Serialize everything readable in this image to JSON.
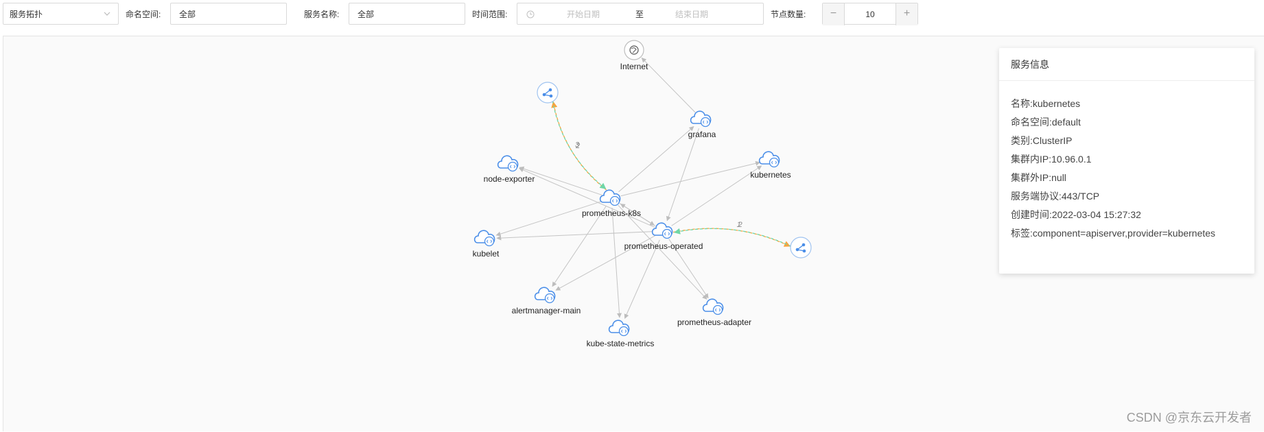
{
  "toolbar": {
    "view_select": "服务拓扑",
    "namespace_label": "命名空间:",
    "namespace_value": "全部",
    "service_label": "服务名称:",
    "service_value": "全部",
    "time_label": "时间范围:",
    "start_placeholder": "开始日期",
    "range_separator": "至",
    "end_placeholder": "结束日期",
    "node_count_label": "节点数量:",
    "node_count_value": "10",
    "decrement": "−",
    "increment": "+"
  },
  "topology": {
    "nodes": [
      {
        "id": "internet",
        "label": "Internet",
        "kind": "internet"
      },
      {
        "id": "gw1",
        "label": "",
        "kind": "gateway"
      },
      {
        "id": "grafana",
        "label": "grafana",
        "kind": "service"
      },
      {
        "id": "node-exporter",
        "label": "node-exporter",
        "kind": "service"
      },
      {
        "id": "kubernetes",
        "label": "kubernetes",
        "kind": "service"
      },
      {
        "id": "prometheus-k8s",
        "label": "prometheus-k8s",
        "kind": "service"
      },
      {
        "id": "prometheus-operated",
        "label": "prometheus-operated",
        "kind": "service"
      },
      {
        "id": "gw2",
        "label": "",
        "kind": "gateway"
      },
      {
        "id": "kubelet",
        "label": "kubelet",
        "kind": "service"
      },
      {
        "id": "alertmanager-main",
        "label": "alertmanager-main",
        "kind": "service"
      },
      {
        "id": "kube-state-metrics",
        "label": "kube-state-metrics",
        "kind": "service"
      },
      {
        "id": "prometheus-adapter",
        "label": "prometheus-adapter",
        "kind": "service"
      }
    ],
    "edges": [
      {
        "from": "grafana",
        "to": "internet",
        "style": "gray"
      },
      {
        "from": "prometheus-k8s",
        "to": "gw1",
        "style": "orange",
        "label": "2"
      },
      {
        "from": "gw1",
        "to": "prometheus-k8s",
        "style": "green",
        "label": "3"
      },
      {
        "from": "prometheus-k8s",
        "to": "grafana",
        "style": "gray"
      },
      {
        "from": "prometheus-k8s",
        "to": "node-exporter",
        "style": "gray"
      },
      {
        "from": "prometheus-k8s",
        "to": "kubernetes",
        "style": "gray"
      },
      {
        "from": "prometheus-k8s",
        "to": "kubelet",
        "style": "gray"
      },
      {
        "from": "prometheus-k8s",
        "to": "alertmanager-main",
        "style": "gray"
      },
      {
        "from": "prometheus-k8s",
        "to": "kube-state-metrics",
        "style": "gray"
      },
      {
        "from": "prometheus-k8s",
        "to": "prometheus-adapter",
        "style": "gray"
      },
      {
        "from": "prometheus-k8s",
        "to": "prometheus-operated",
        "style": "gray"
      },
      {
        "from": "prometheus-operated",
        "to": "prometheus-k8s",
        "style": "gray"
      },
      {
        "from": "grafana",
        "to": "prometheus-operated",
        "style": "gray"
      },
      {
        "from": "prometheus-operated",
        "to": "kubernetes",
        "style": "gray"
      },
      {
        "from": "prometheus-operated",
        "to": "kubelet",
        "style": "gray"
      },
      {
        "from": "prometheus-operated",
        "to": "node-exporter",
        "style": "gray"
      },
      {
        "from": "prometheus-operated",
        "to": "alertmanager-main",
        "style": "gray"
      },
      {
        "from": "prometheus-operated",
        "to": "kube-state-metrics",
        "style": "gray"
      },
      {
        "from": "prometheus-operated",
        "to": "prometheus-adapter",
        "style": "gray"
      },
      {
        "from": "prometheus-operated",
        "to": "gw2",
        "style": "orange",
        "label": "1"
      },
      {
        "from": "gw2",
        "to": "prometheus-operated",
        "style": "green",
        "label": "2"
      }
    ]
  },
  "panel": {
    "title": "服务信息",
    "rows": [
      {
        "key": "名称:",
        "value": "kubernetes"
      },
      {
        "key": "命名空间:",
        "value": "default"
      },
      {
        "key": "类别:",
        "value": "ClusterIP"
      },
      {
        "key": "集群内IP:",
        "value": "10.96.0.1"
      },
      {
        "key": "集群外IP:",
        "value": "null"
      },
      {
        "key": "服务端协议:",
        "value": "443/TCP"
      },
      {
        "key": "创建时间:",
        "value": "2022-03-04 15:27:32"
      },
      {
        "key": "标签:",
        "value": "component=apiserver,provider=kubernetes"
      }
    ]
  },
  "colors": {
    "accent": "#4a8ee8",
    "edge_gray": "#c4c4c4",
    "edge_orange": "#f9a33d",
    "edge_green": "#6fd6a6"
  },
  "watermark": "CSDN @京东云开发者"
}
